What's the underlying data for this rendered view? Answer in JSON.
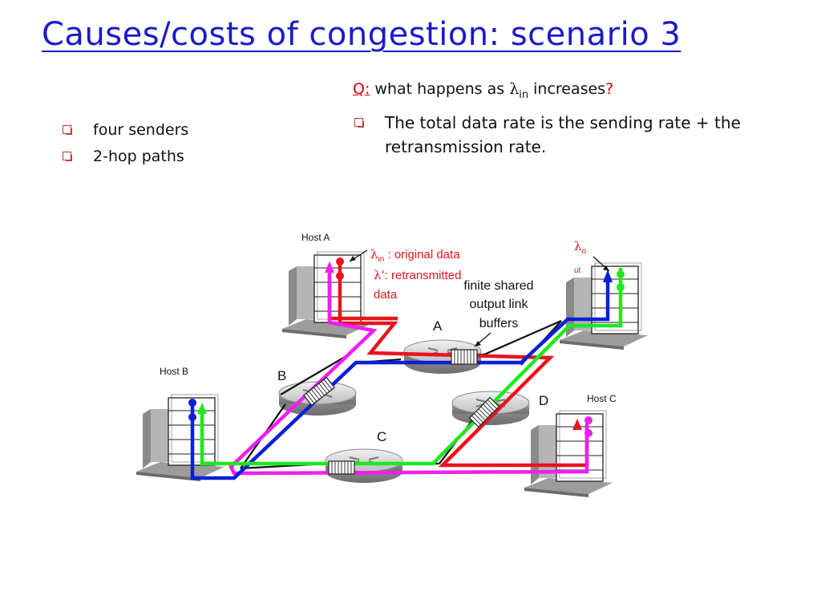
{
  "slide": {
    "title": "Causes/costs of congestion: scenario 3",
    "bullets": [
      "four senders",
      "2-hop paths"
    ],
    "question": {
      "prefix": "Q:",
      "text_before": "what happens as ",
      "symbol": "λ",
      "subscript": "in",
      "text_after": " increases",
      "mark": "?"
    },
    "answer": "The total data rate is the sending rate + the retransmission rate."
  },
  "diagram": {
    "hosts": {
      "a": "Host A",
      "b": "Host B",
      "c": "Host C"
    },
    "routers": {
      "a": "A",
      "b": "B",
      "c": "C",
      "d": "D"
    },
    "legend": {
      "lambda_in_symbol": "λ",
      "lambda_in_sub": "in",
      "lambda_in_text": " : original data",
      "lambda_prime": "λ'",
      "lambda_prime_text": ": retransmitted",
      "lambda_prime_text2": "data",
      "lambda_out_symbol": "λ",
      "lambda_out_sub1": "o",
      "lambda_out_sub2": "ut"
    },
    "buffer_label": [
      "finite shared",
      "output link",
      "buffers"
    ],
    "colors": {
      "red": "#e8141c",
      "blue": "#0a20d8",
      "green": "#1ee81e",
      "magenta": "#f01ef0",
      "title_blue": "#1a1acc"
    }
  }
}
